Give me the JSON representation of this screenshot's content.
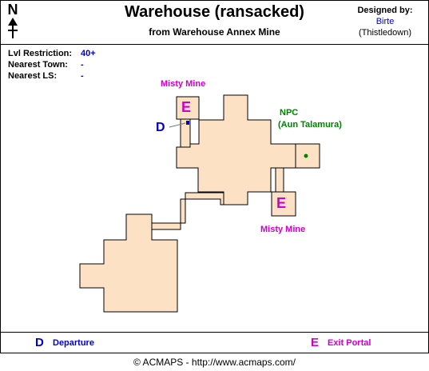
{
  "header": {
    "title": "Warehouse (ransacked)",
    "subtitle": "from Warehouse Annex Mine",
    "designed_by_label": "Designed by:",
    "designer_name": "Birte",
    "designer_server": "(Thistledown)",
    "north_letter": "N"
  },
  "info": {
    "level_restriction_label": "Lvl Restriction:",
    "level_restriction_value": "40+",
    "nearest_town_label": "Nearest Town:",
    "nearest_town_value": "-",
    "nearest_ls_label": "Nearest LS:",
    "nearest_ls_value": "-"
  },
  "map": {
    "floor_color": "#fde1c4",
    "markers": {
      "exit_portal_letter": "E",
      "departure_letter": "D",
      "npc_dot_color": "#008000"
    },
    "labels": {
      "misty_mine_top": "Misty Mine",
      "misty_mine_bottom": "Misty Mine",
      "npc_line1": "NPC",
      "npc_line2": "(Aun Talamura)"
    }
  },
  "legend": {
    "departure_symbol": "D",
    "departure_label": "Departure",
    "exit_symbol": "E",
    "exit_label": "Exit Portal"
  },
  "footer": {
    "copyright": "© ACMAPS - http://www.acmaps.com/"
  }
}
